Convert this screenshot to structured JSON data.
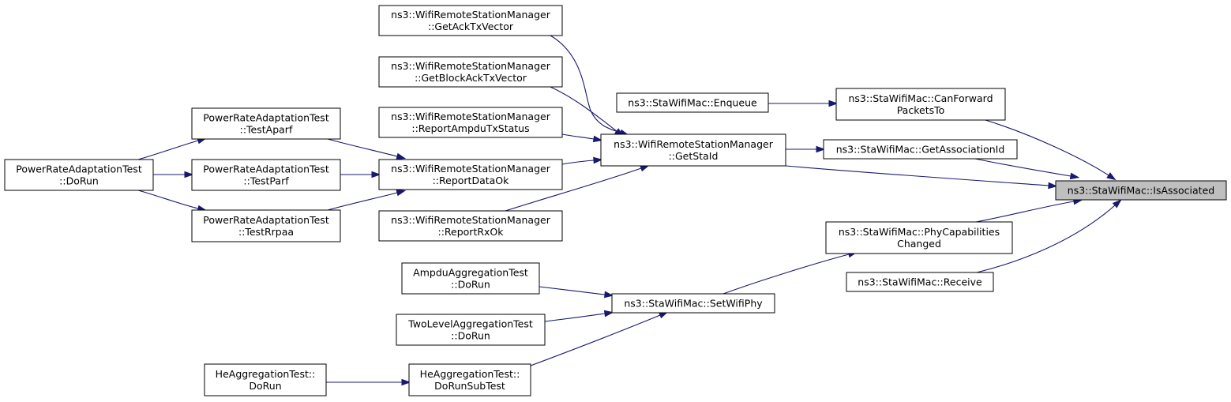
{
  "graph": {
    "nodes": [
      {
        "id": "isassoc",
        "lines": [
          "ns3::StaWifiMac::IsAssociated"
        ],
        "highlight": true
      },
      {
        "id": "canforward",
        "lines": [
          "ns3::StaWifiMac::CanForward",
          "PacketsTo"
        ]
      },
      {
        "id": "getassocid",
        "lines": [
          "ns3::StaWifiMac::GetAssociationId"
        ]
      },
      {
        "id": "phycap",
        "lines": [
          "ns3::StaWifiMac::PhyCapabilities",
          "Changed"
        ]
      },
      {
        "id": "receive",
        "lines": [
          "ns3::StaWifiMac::Receive"
        ]
      },
      {
        "id": "enqueue",
        "lines": [
          "ns3::StaWifiMac::Enqueue"
        ]
      },
      {
        "id": "getstaid",
        "lines": [
          "ns3::WifiRemoteStationManager",
          "::GetStaId"
        ]
      },
      {
        "id": "setwifiphy",
        "lines": [
          "ns3::StaWifiMac::SetWifiPhy"
        ]
      },
      {
        "id": "getack",
        "lines": [
          "ns3::WifiRemoteStationManager",
          "::GetAckTxVector"
        ]
      },
      {
        "id": "getblockack",
        "lines": [
          "ns3::WifiRemoteStationManager",
          "::GetBlockAckTxVector"
        ]
      },
      {
        "id": "reportampdu",
        "lines": [
          "ns3::WifiRemoteStationManager",
          "::ReportAmpduTxStatus"
        ]
      },
      {
        "id": "reportdataok",
        "lines": [
          "ns3::WifiRemoteStationManager",
          "::ReportDataOk"
        ]
      },
      {
        "id": "reportrxok",
        "lines": [
          "ns3::WifiRemoteStationManager",
          "::ReportRxOk"
        ]
      },
      {
        "id": "testaparf",
        "lines": [
          "PowerRateAdaptationTest",
          "::TestAparf"
        ]
      },
      {
        "id": "testparf",
        "lines": [
          "PowerRateAdaptationTest",
          "::TestParf"
        ]
      },
      {
        "id": "testrrpaa",
        "lines": [
          "PowerRateAdaptationTest",
          "::TestRrpaa"
        ]
      },
      {
        "id": "pradorun",
        "lines": [
          "PowerRateAdaptationTest",
          "::DoRun"
        ]
      },
      {
        "id": "ampdudorun",
        "lines": [
          "AmpduAggregationTest",
          "::DoRun"
        ]
      },
      {
        "id": "twoleveldorun",
        "lines": [
          "TwoLevelAggregationTest",
          "::DoRun"
        ]
      },
      {
        "id": "hesubtest",
        "lines": [
          "HeAggregationTest::",
          "DoRunSubTest"
        ]
      },
      {
        "id": "hedorun",
        "lines": [
          "HeAggregationTest::",
          "DoRun"
        ]
      }
    ],
    "edges": [
      {
        "from": "canforward",
        "to": "isassoc"
      },
      {
        "from": "getassocid",
        "to": "isassoc"
      },
      {
        "from": "getstaid",
        "to": "isassoc"
      },
      {
        "from": "phycap",
        "to": "isassoc"
      },
      {
        "from": "receive",
        "to": "isassoc"
      },
      {
        "from": "enqueue",
        "to": "canforward"
      },
      {
        "from": "getstaid",
        "to": "getassocid"
      },
      {
        "from": "getack",
        "to": "getstaid"
      },
      {
        "from": "getblockack",
        "to": "getstaid"
      },
      {
        "from": "reportampdu",
        "to": "getstaid"
      },
      {
        "from": "reportdataok",
        "to": "getstaid"
      },
      {
        "from": "reportrxok",
        "to": "getstaid"
      },
      {
        "from": "testaparf",
        "to": "reportdataok"
      },
      {
        "from": "testparf",
        "to": "reportdataok"
      },
      {
        "from": "testrrpaa",
        "to": "reportdataok"
      },
      {
        "from": "pradorun",
        "to": "testaparf"
      },
      {
        "from": "pradorun",
        "to": "testparf"
      },
      {
        "from": "pradorun",
        "to": "testrrpaa"
      },
      {
        "from": "setwifiphy",
        "to": "phycap"
      },
      {
        "from": "ampdudorun",
        "to": "setwifiphy"
      },
      {
        "from": "twoleveldorun",
        "to": "setwifiphy"
      },
      {
        "from": "hesubtest",
        "to": "setwifiphy"
      },
      {
        "from": "hedorun",
        "to": "hesubtest"
      }
    ]
  }
}
